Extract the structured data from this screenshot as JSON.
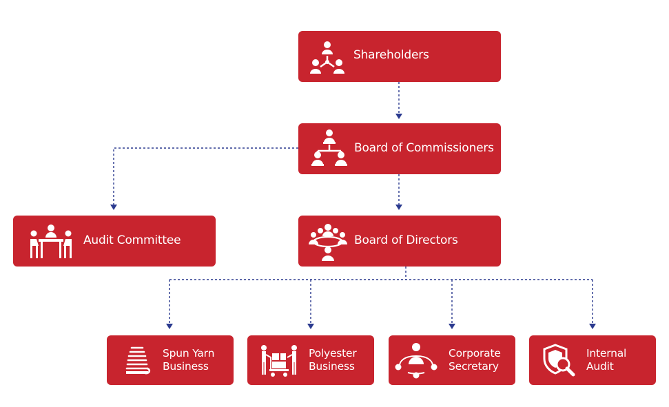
{
  "colors": {
    "node_fill": "#c8242e",
    "connector": "#2b3a8f",
    "text": "#ffffff"
  },
  "nodes": {
    "shareholders": {
      "label": "Shareholders",
      "icon": "shareholders-network-icon"
    },
    "commissioners": {
      "label": "Board of Commissioners",
      "icon": "board-hierarchy-icon"
    },
    "directors": {
      "label": "Board of Directors",
      "icon": "meeting-table-icon"
    },
    "audit_committee": {
      "label": "Audit Committee",
      "icon": "committee-meeting-icon"
    },
    "spun_yarn": {
      "line1": "Spun Yarn",
      "line2": "Business",
      "icon": "yarn-spool-icon"
    },
    "polyester": {
      "line1": "Polyester",
      "line2": "Business",
      "icon": "hand-cart-icon"
    },
    "corporate_secretary": {
      "line1": "Corporate",
      "line2": "Secretary",
      "icon": "secretary-network-icon"
    },
    "internal_audit": {
      "line1": "Internal",
      "line2": "Audit",
      "icon": "shield-magnifier-icon"
    }
  }
}
